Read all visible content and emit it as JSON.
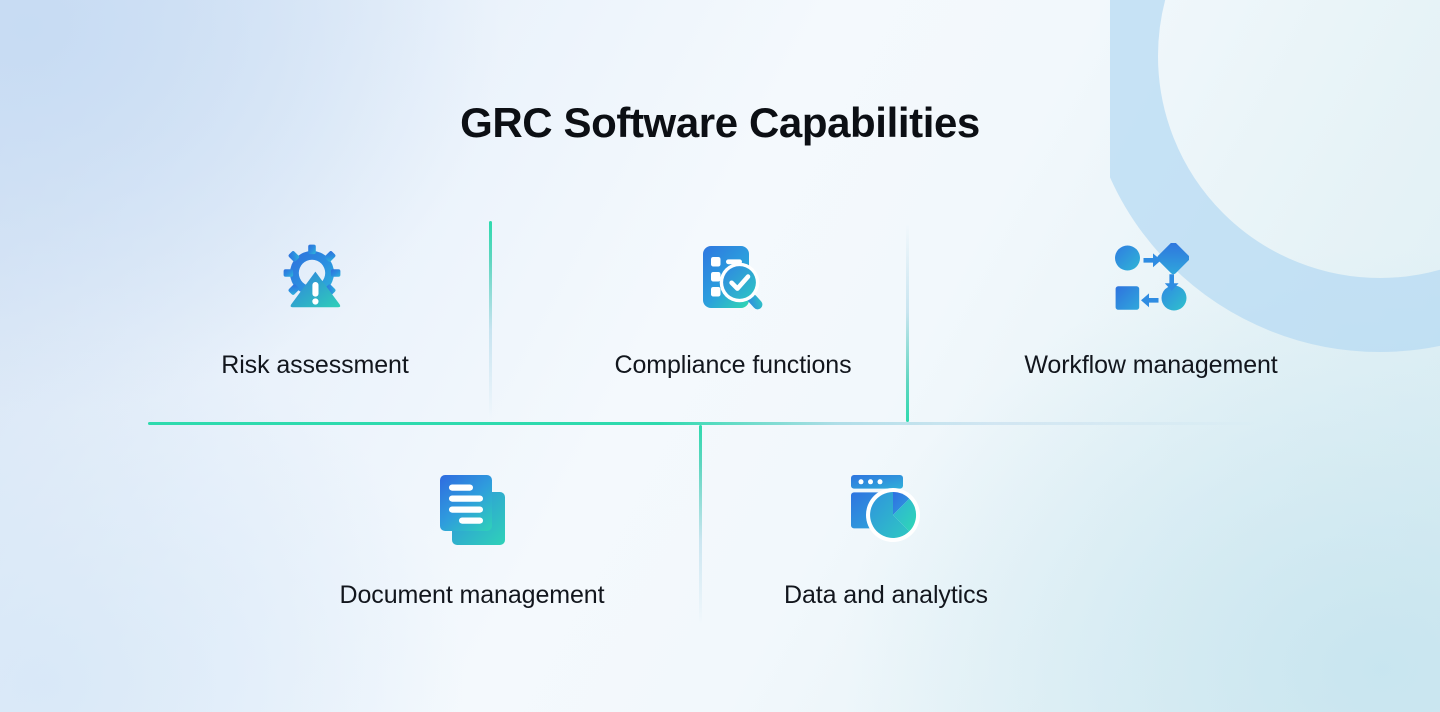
{
  "page": {
    "title": "GRC Software Capabilities",
    "background_colors": {
      "top_left": "#d5e3f4",
      "center": "#f4f9fd",
      "bottom_right": "#dceef3",
      "arc": "#b5daf3"
    },
    "divider_color": "#2edaae",
    "icon_gradient_start": "#2b7fe0",
    "icon_gradient_end": "#2ed6b4",
    "label_color": "#12161d"
  },
  "rows": [
    {
      "cells": [
        {
          "label": "Risk assessment",
          "icon": "risk-gear-warning-icon"
        },
        {
          "label": "Compliance functions",
          "icon": "clipboard-magnifier-check-icon"
        },
        {
          "label": "Workflow management",
          "icon": "workflow-nodes-icon"
        }
      ]
    },
    {
      "cells": [
        {
          "label": "Document management",
          "icon": "stacked-documents-icon"
        },
        {
          "label": "Data and analytics",
          "icon": "browser-pie-chart-icon"
        }
      ]
    }
  ]
}
